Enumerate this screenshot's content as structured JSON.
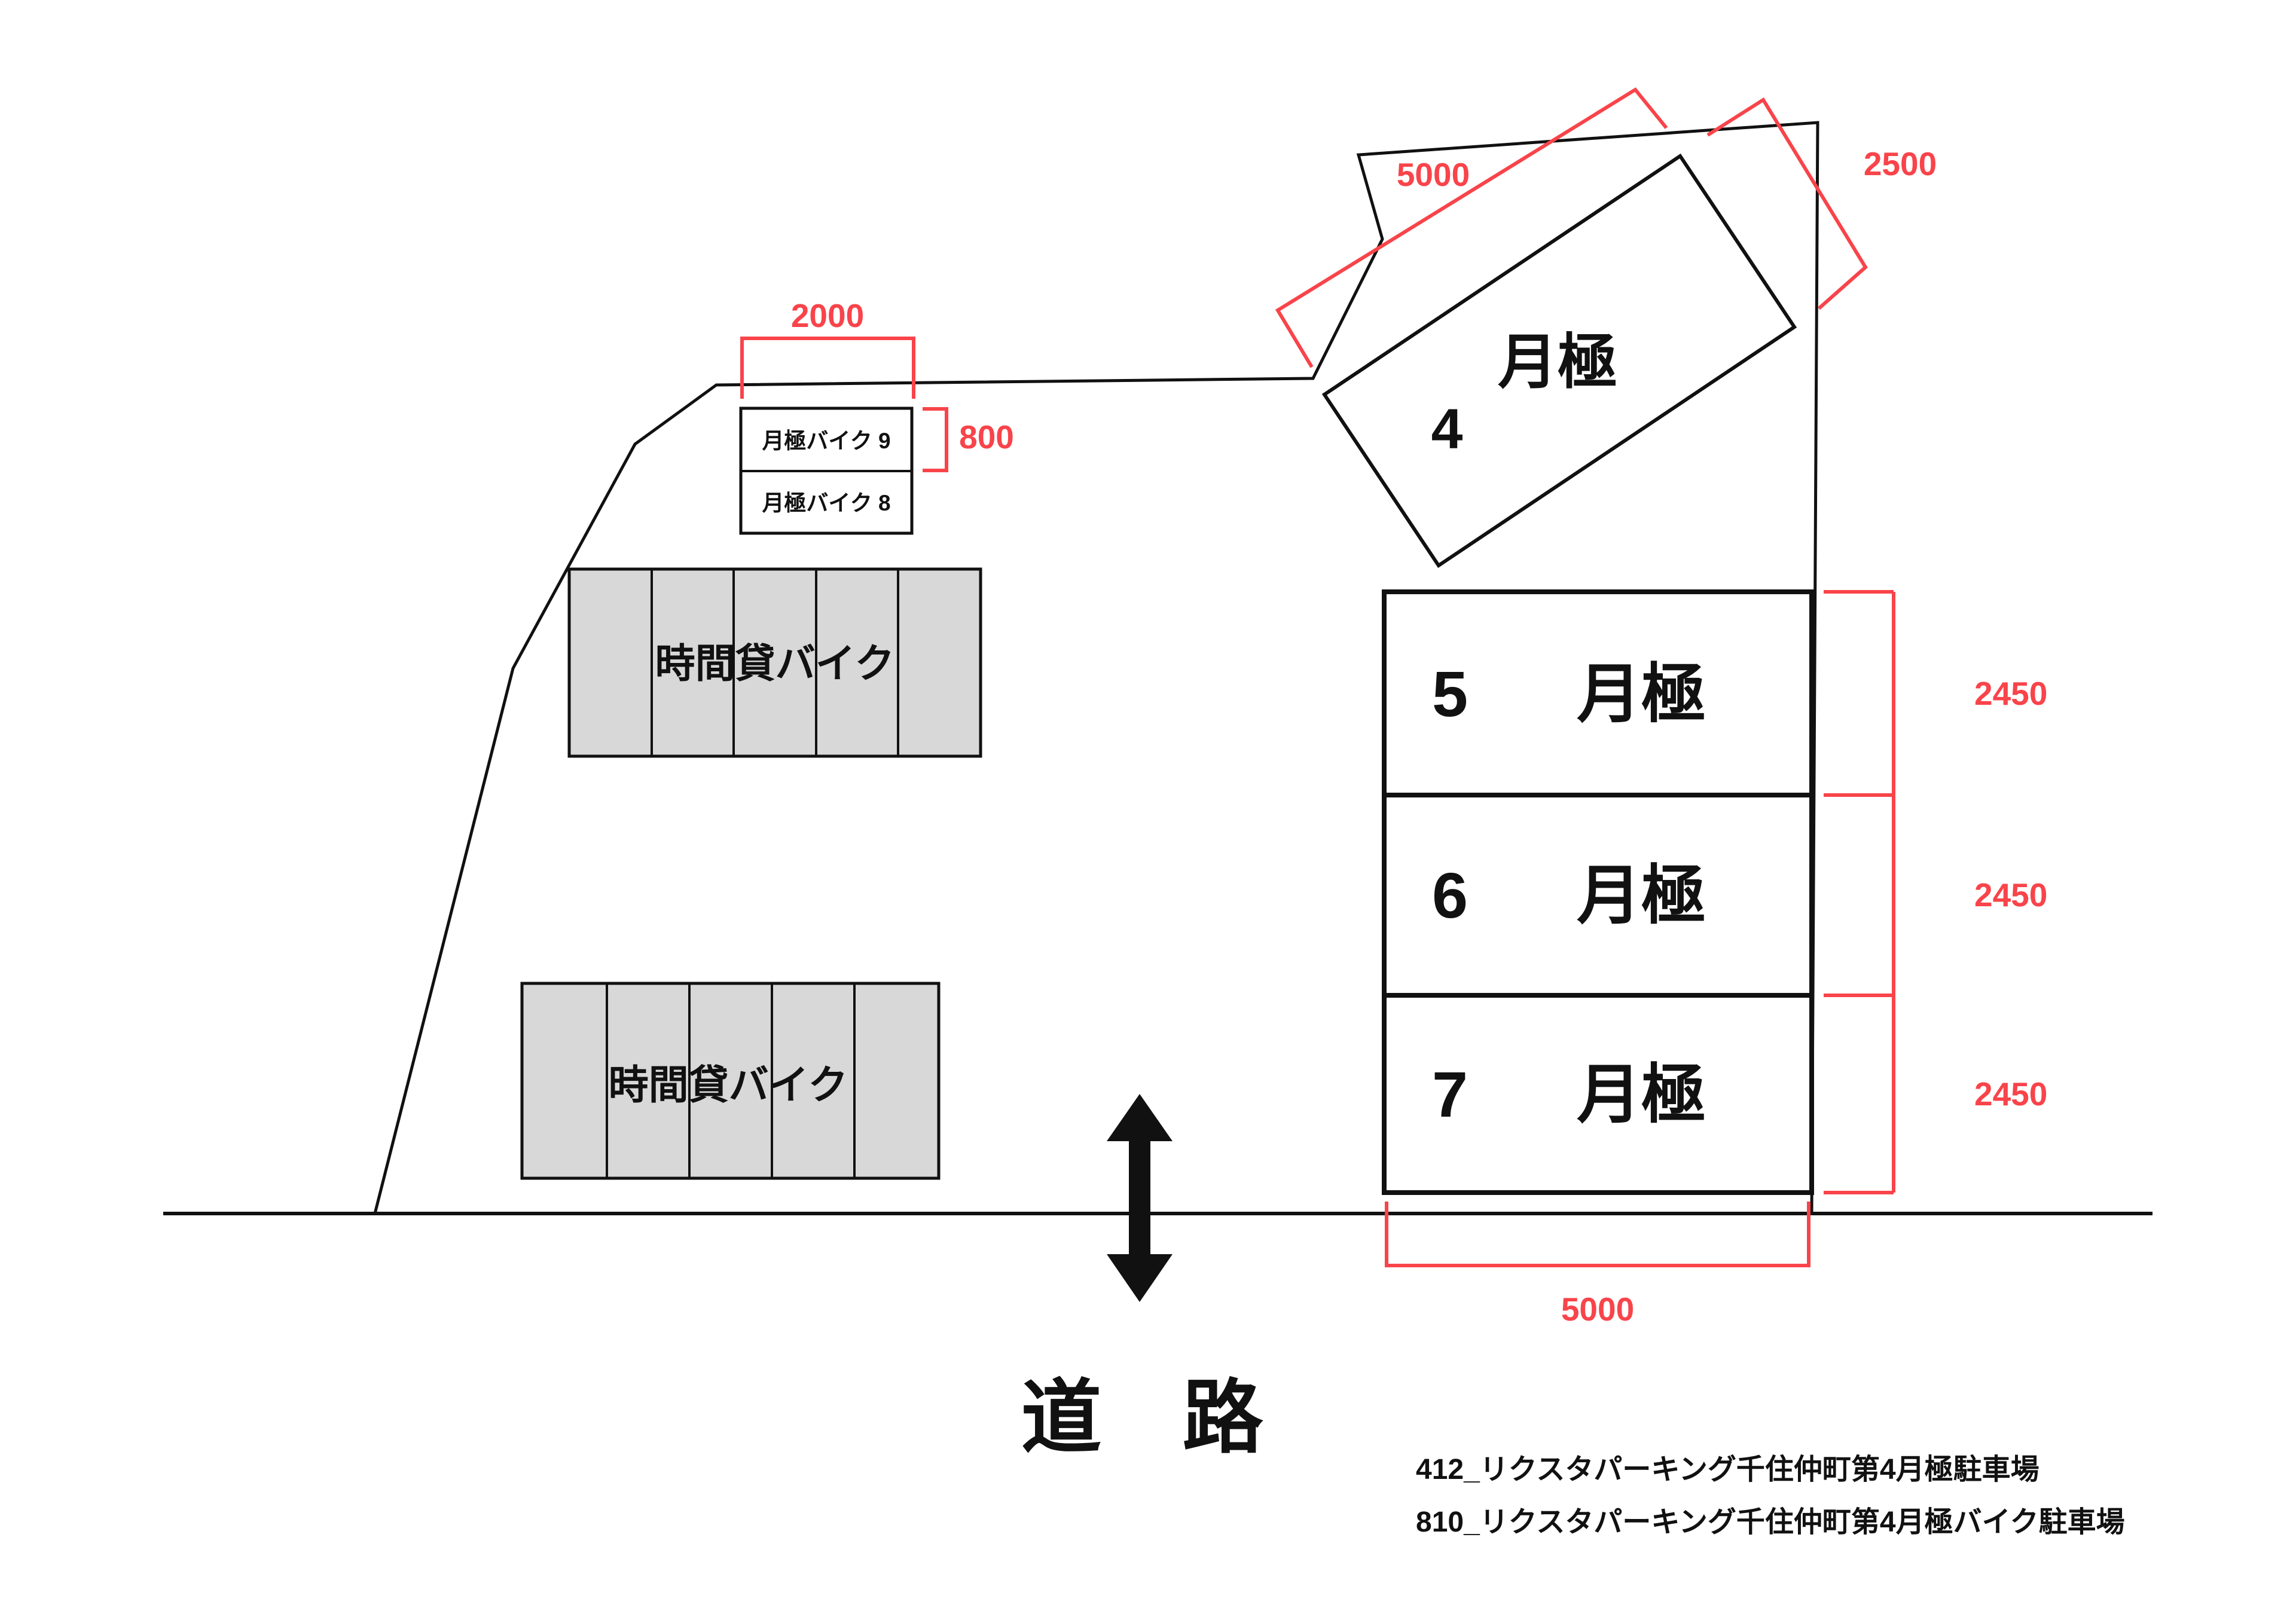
{
  "plan": {
    "road_label": "道　路",
    "notes": [
      "412_リクスタパーキング千住仲町第4月極駐車場",
      "810_リクスタパーキング千住仲町第4月極バイク駐車場"
    ],
    "monthly_spaces": [
      {
        "number": "4",
        "type": "月極"
      },
      {
        "number": "5",
        "type": "月極"
      },
      {
        "number": "6",
        "type": "月極"
      },
      {
        "number": "7",
        "type": "月極"
      }
    ],
    "monthly_bike_spaces": [
      {
        "label": "月極バイク 9"
      },
      {
        "label": "月極バイク 8"
      }
    ],
    "hourly_bike_areas": [
      {
        "label": "時間貸バイク"
      },
      {
        "label": "時間貸バイク"
      }
    ],
    "dimensions": {
      "bike_row_width": "2000",
      "bike_row_height": "800",
      "space4_length": "5000",
      "space4_width": "2500",
      "space5_height": "2450",
      "space6_height": "2450",
      "space7_height": "2450",
      "space7_width": "5000"
    },
    "colors": {
      "dimension_red": "#f8444a",
      "stall_gray": "#d8d8d8",
      "line_black": "#111111"
    }
  }
}
